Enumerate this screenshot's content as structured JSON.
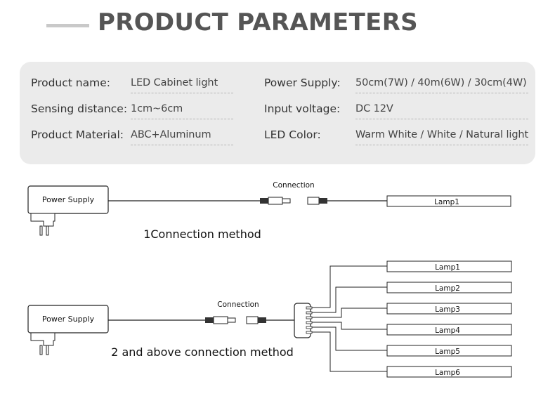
{
  "header": {
    "title": "PRODUCT PARAMETERS"
  },
  "specs": {
    "left": [
      {
        "label": "Product name:",
        "value": "LED Cabinet light"
      },
      {
        "label": "Sensing distance:",
        "value": "1cm~6cm"
      },
      {
        "label": "Product Material:",
        "value": "ABC+Aluminum"
      }
    ],
    "right": [
      {
        "label": "Power Supply:",
        "value": "50cm(7W) / 40m(6W) / 30cm(4W)"
      },
      {
        "label": "Input voltage:",
        "value": "DC 12V"
      },
      {
        "label": "LED Color:",
        "value": "Warm White / White / Natural light"
      }
    ]
  },
  "diagram1": {
    "power_supply_label": "Power Supply",
    "connection_label": "Connection",
    "lamp_label": "Lamp1",
    "caption": "1Connection method"
  },
  "diagram2": {
    "power_supply_label": "Power Supply",
    "connection_label": "Connection",
    "lamps": [
      "Lamp1",
      "Lamp2",
      "Lamp3",
      "Lamp4",
      "Lamp5",
      "Lamp6"
    ],
    "caption": "2 and above connection method"
  }
}
